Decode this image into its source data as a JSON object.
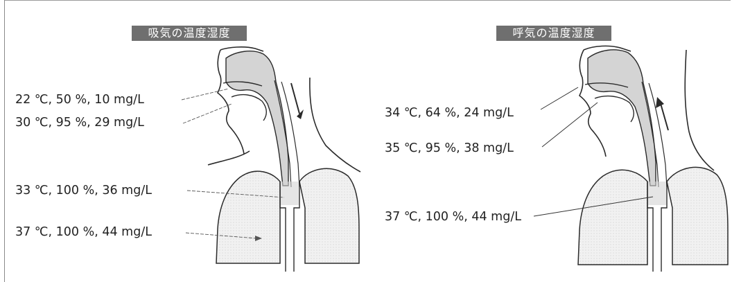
{
  "panels": {
    "inhale": {
      "title": "吸気の温度湿度",
      "labels": [
        "22 ℃, 50 %, 10 mg/L",
        "30 ℃, 95 %, 29 mg/L",
        "33 ℃, 100 %, 36 mg/L",
        "37 ℃, 100 %, 44 mg/L"
      ]
    },
    "exhale": {
      "title": "呼気の温度湿度",
      "labels": [
        "34 ℃, 64 %, 24 mg/L",
        "35 ℃, 95 %, 38 mg/L",
        "37 ℃, 100 %, 44 mg/L"
      ]
    }
  },
  "colors": {
    "title_box": "#6f6f6f",
    "airway_fill": "#d4d4d4",
    "lung_fill": "#ececec",
    "outline": "#2a2a2a"
  }
}
